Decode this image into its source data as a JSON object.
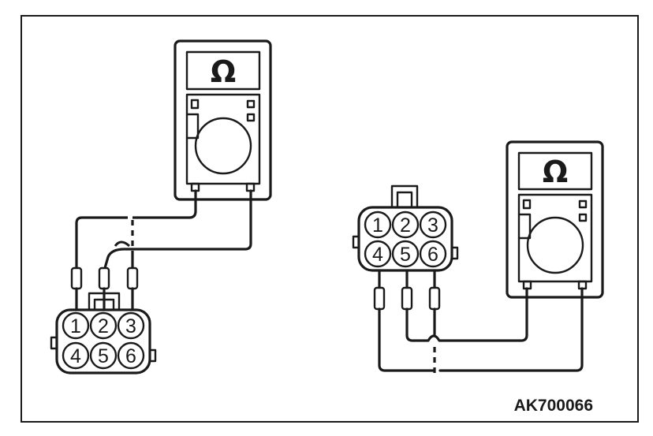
{
  "figure_code": "AK700066",
  "meter_symbol": "Ω",
  "left_connector": {
    "pins": [
      "1",
      "2",
      "3",
      "4",
      "5",
      "6"
    ]
  },
  "right_connector": {
    "pins": [
      "1",
      "2",
      "3",
      "4",
      "5",
      "6"
    ]
  }
}
